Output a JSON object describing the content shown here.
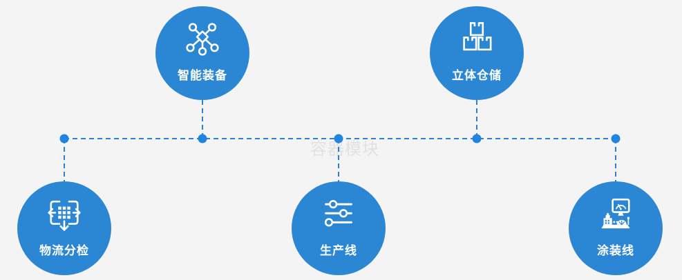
{
  "diagram": {
    "watermark": "容器模块",
    "nodes": [
      {
        "label": "智能装备",
        "icon": "network-nodes-icon"
      },
      {
        "label": "立体仓储",
        "icon": "stacked-boxes-icon"
      },
      {
        "label": "物流分检",
        "icon": "move-sort-icon"
      },
      {
        "label": "生产线",
        "icon": "sliders-icon"
      },
      {
        "label": "涂装线",
        "icon": "control-station-icon"
      }
    ],
    "colors": {
      "node_fill": "#2b86d3",
      "connector_line": "#2e7fd0",
      "junction_dot": "#1f85de",
      "background": "#f4f4f5",
      "label_text": "#ffffff",
      "watermark_text": "#e1e1e3"
    }
  }
}
